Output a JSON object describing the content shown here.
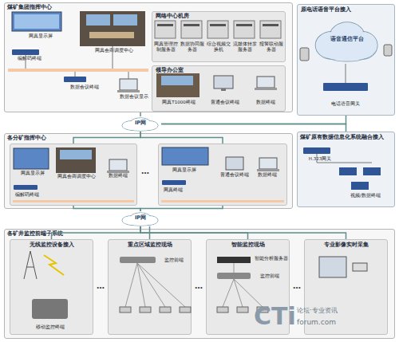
{
  "diagram": {
    "nodes": [
      {
        "text": [
          "煤矿集团指挥中心",
          "网真显示屏",
          "编解码终端",
          "网真会商调度中心",
          "数据会议终端",
          "数据会议显示"
        ]
      },
      {
        "text": [
          "网络中心机房",
          "网真管理控制服务器",
          "数据协同服务器",
          "综合视频交换机",
          "流媒体转发服务器",
          "报警联动服务器"
        ],
        "in": 0
      },
      {
        "text": [
          "领导办公室",
          "网真T1000终端",
          "普通会议终端",
          "数据终端"
        ],
        "in": 0
      },
      {
        "text": [
          "原电话语音平台接入",
          "电话语音网关"
        ]
      },
      {
        "text": [
          "语音通信平台"
        ],
        "in": 3
      },
      {
        "text": [
          "IP网"
        ]
      },
      {
        "text": [
          "各分矿指挥中心"
        ]
      },
      {
        "text": [
          "网真显示屏",
          "编解码终端",
          "网真会商调度中心",
          "数据终端"
        ],
        "in": 6
      },
      {
        "text": [
          "网真显示屏",
          "网真终端",
          "普通会议终端",
          "数据终端"
        ],
        "in": 6
      },
      {
        "text": [
          "煤矿原有数据信息化系统融合接入",
          "H.323网关",
          "视频/数据终端"
        ]
      },
      {
        "text": [
          "IP网"
        ]
      },
      {
        "text": [
          "各矿井监控前端子系统"
        ]
      },
      {
        "text": [
          "无线监控设备接入",
          "移动监控终端"
        ],
        "in": 11
      },
      {
        "text": [
          "重点区域监控现场",
          "监控前端"
        ],
        "in": 11
      },
      {
        "text": [
          "智能监控现场",
          "智能分析服务器",
          "监控前端"
        ],
        "in": 11
      },
      {
        "text": [
          "专业影像实时采集"
        ],
        "in": 11
      }
    ],
    "edges": [
      {
        "from": 0,
        "to": 5,
        "arrow": "none"
      },
      {
        "from": 5,
        "to": 3,
        "arrow": "none"
      },
      {
        "from": 5,
        "to": 9,
        "arrow": "none"
      },
      {
        "from": 5,
        "to": 7,
        "arrow": "none"
      },
      {
        "from": 5,
        "to": 8,
        "arrow": "none"
      },
      {
        "from": 7,
        "to": 10,
        "arrow": "none"
      },
      {
        "from": 8,
        "to": 10,
        "arrow": "none"
      },
      {
        "from": 10,
        "to": 12,
        "arrow": "none"
      },
      {
        "from": 10,
        "to": 13,
        "arrow": "none"
      },
      {
        "from": 10,
        "to": 14,
        "arrow": "none"
      },
      {
        "from": 10,
        "to": 15,
        "arrow": "none"
      }
    ],
    "labels": [
      "…",
      "…",
      "…",
      "…",
      "CTi",
      "论坛·专业资讯",
      "forum.com"
    ]
  }
}
